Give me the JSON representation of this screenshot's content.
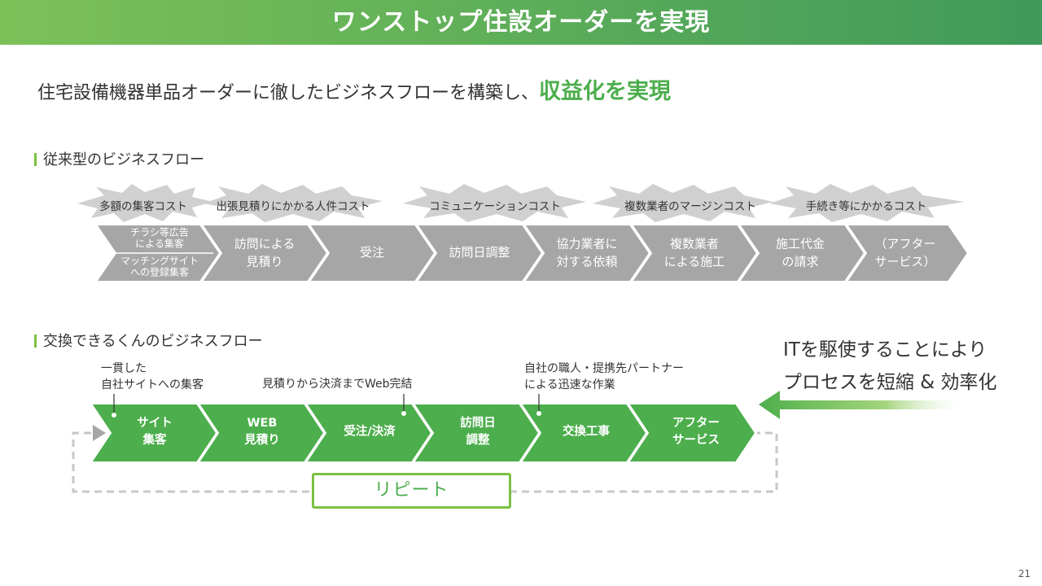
{
  "header": {
    "title": "ワンストップ住設オーダーを実現"
  },
  "lead": {
    "text": "住宅設備機器単品オーダーに徹したビジネスフローを構築し、",
    "highlight": "収益化を実現"
  },
  "traditional": {
    "title": "従来型のビジネスフロー",
    "costs": [
      "多額の集客コスト",
      "出張見積りにかかる人件コスト",
      "コミュニケーションコスト",
      "複数業者のマージンコスト",
      "手続き等にかかるコスト"
    ],
    "first_upper_line1": "チラシ等広告",
    "first_upper_line2": "による集客",
    "first_lower_line1": "マッチングサイト",
    "first_lower_line2": "への登録集客",
    "steps": [
      {
        "line1": "訪問による",
        "line2": "見積り"
      },
      {
        "line1": "受注",
        "line2": ""
      },
      {
        "line1": "訪問日調整",
        "line2": ""
      },
      {
        "line1": "協力業者に",
        "line2": "対する依頼"
      },
      {
        "line1": "複数業者",
        "line2": "による施工"
      },
      {
        "line1": "施工代金",
        "line2": "の請求"
      },
      {
        "line1": "（アフター",
        "line2": "サービス）"
      }
    ]
  },
  "kokan": {
    "title": "交換できるくんのビジネスフロー",
    "notes": {
      "n1_line1": "一貫した",
      "n1_line2": "自社サイトへの集客",
      "n2": "見積りから決済までWeb完結",
      "n3_line1": "自社の職人・提携先パートナー",
      "n3_line2": "による迅速な作業"
    },
    "steps": [
      {
        "line1": "サイト",
        "line2": "集客"
      },
      {
        "line1": "WEB",
        "line2": "見積り"
      },
      {
        "line1": "受注/決済",
        "line2": ""
      },
      {
        "line1": "訪問日",
        "line2": "調整"
      },
      {
        "line1": "交換工事",
        "line2": ""
      },
      {
        "line1": "アフター",
        "line2": "サービス"
      }
    ],
    "repeat_label": "リピート"
  },
  "it_message": {
    "line1": "ITを駆使することにより",
    "line2": "プロセスを短縮 & 効率化"
  },
  "page_number": "21",
  "colors": {
    "green": "#4cae4c",
    "gray_chevron": "#a6a6a6",
    "accent_bar": "#7ac143"
  }
}
